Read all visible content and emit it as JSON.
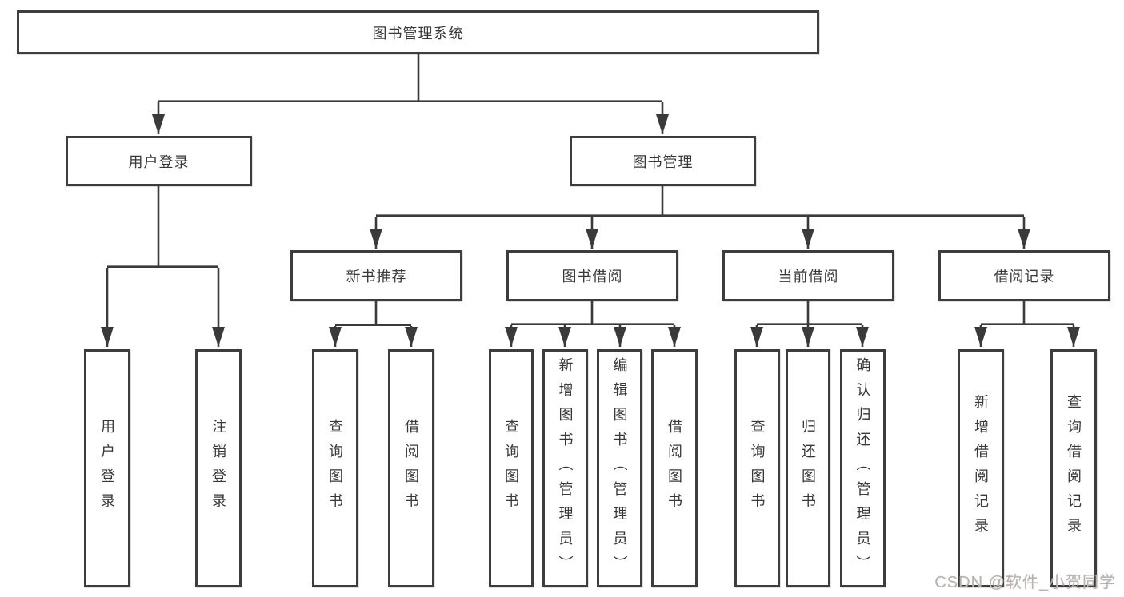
{
  "colors": {
    "line": "#3a3a3a",
    "box_border": "#3d3d3d",
    "box_bg": "#ffffff",
    "text": "#383838",
    "watermark": "#b3b3b3"
  },
  "tree": {
    "root": "图书管理系统",
    "branches": {
      "user_login": {
        "label": "用户登录",
        "children": [
          "用户登录",
          "注销登录"
        ]
      },
      "book_mgmt": {
        "label": "图书管理",
        "sections": [
          {
            "label": "新书推荐",
            "children": [
              "查询图书",
              "借阅图书"
            ]
          },
          {
            "label": "图书借阅",
            "children": [
              "查询图书",
              "新增图书（管理员）",
              "编辑图书（管理员）",
              "借阅图书"
            ]
          },
          {
            "label": "当前借阅",
            "children": [
              "查询图书",
              "归还图书",
              "确认归还（管理员）"
            ]
          },
          {
            "label": "借阅记录",
            "children": [
              "新增借阅记录",
              "查询借阅记录"
            ]
          }
        ]
      }
    }
  },
  "watermark": "CSDN @软件_小贺同学"
}
